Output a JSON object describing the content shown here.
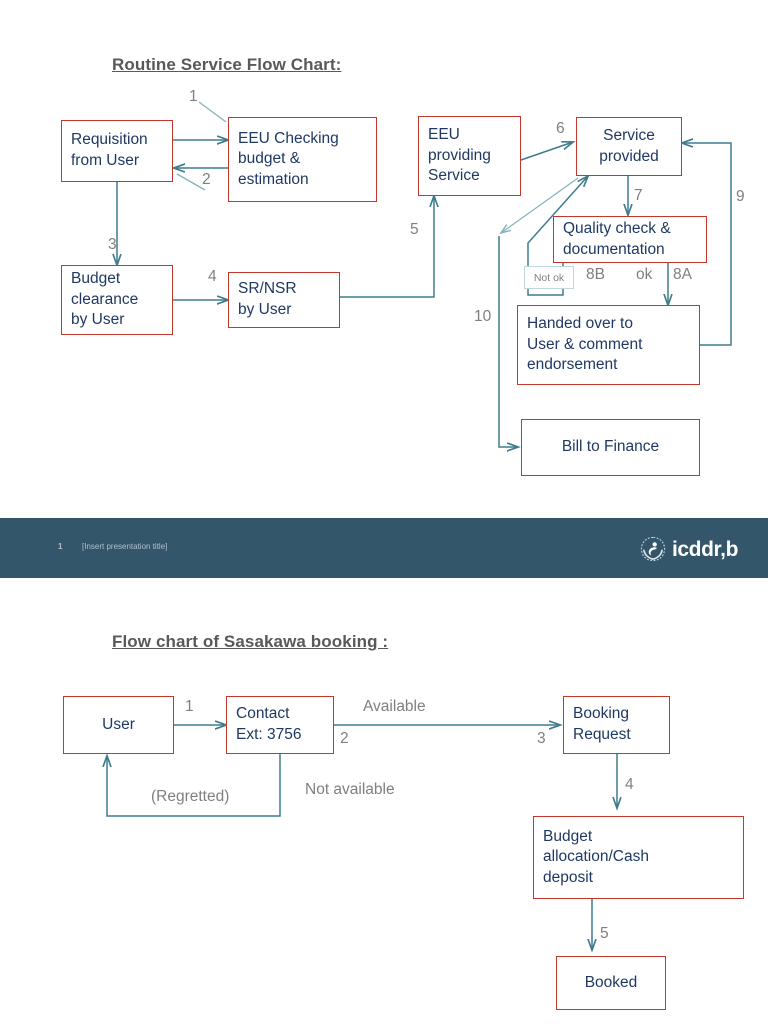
{
  "slide": {
    "background": "#ffffff",
    "accent_border": "#C0392B",
    "text_color": "#1F3864",
    "connector_color": "#3E7C8C",
    "label_color": "#7F7F7F",
    "title_color": "#595959"
  },
  "chart_data": {
    "type": "diagram",
    "charts": [
      {
        "id": "routine-service",
        "title": "Routine Service Flow Chart:",
        "nodes": [
          {
            "id": "requisition",
            "label": "Requisition\nfrom User"
          },
          {
            "id": "eeu-checking",
            "label": "EEU Checking\nbudget &\nestimation"
          },
          {
            "id": "budget-clear",
            "label": "Budget\nclearance\nby User"
          },
          {
            "id": "sr-nsr",
            "label": "SR/NSR\nby User"
          },
          {
            "id": "eeu-providing",
            "label": "EEU\nproviding\nService"
          },
          {
            "id": "service-prov",
            "label": "Service\nprovided"
          },
          {
            "id": "quality-check",
            "label": "Quality check &\ndocumentation"
          },
          {
            "id": "handed-over",
            "label": "Handed over to\nUser & comment\nendorsement"
          },
          {
            "id": "bill-finance",
            "label": "Bill to Finance"
          }
        ],
        "edges": [
          {
            "step": "1",
            "from": "requisition",
            "to": "eeu-checking"
          },
          {
            "step": "2",
            "from": "eeu-checking",
            "to": "requisition"
          },
          {
            "step": "3",
            "from": "requisition",
            "to": "budget-clear"
          },
          {
            "step": "4",
            "from": "budget-clear",
            "to": "sr-nsr"
          },
          {
            "step": "5",
            "from": "sr-nsr",
            "to": "eeu-providing"
          },
          {
            "step": "6",
            "from": "eeu-providing",
            "to": "service-prov"
          },
          {
            "step": "7",
            "from": "service-prov",
            "to": "quality-check"
          },
          {
            "step": "8A",
            "from": "quality-check",
            "to": "handed-over",
            "label": "ok"
          },
          {
            "step": "8B",
            "from": "quality-check",
            "to": "service-prov",
            "label": "Not ok"
          },
          {
            "step": "9",
            "from": "handed-over",
            "to": "service-prov"
          },
          {
            "step": "10",
            "from": "service-prov",
            "to": "bill-finance"
          }
        ],
        "step_labels": [
          "1",
          "2",
          "3",
          "4",
          "5",
          "6",
          "7",
          "8B",
          "8A",
          "9",
          "10"
        ],
        "condition_labels": [
          "Not ok",
          "ok"
        ]
      },
      {
        "id": "sasakawa-booking",
        "title": "Flow chart of Sasakawa booking :",
        "nodes": [
          {
            "id": "user",
            "label": "User"
          },
          {
            "id": "contact",
            "label": "Contact\nExt: 3756"
          },
          {
            "id": "booking-req",
            "label": "Booking\nRequest"
          },
          {
            "id": "budget-alloc",
            "label": "Budget\nallocation/Cash\ndeposit"
          },
          {
            "id": "booked",
            "label": "Booked"
          }
        ],
        "edges": [
          {
            "step": "1",
            "from": "user",
            "to": "contact"
          },
          {
            "step": "2",
            "from": "contact",
            "to": "user",
            "label": "Not available"
          },
          {
            "step": "3",
            "from": "contact",
            "to": "booking-req",
            "label": "Available"
          },
          {
            "step": "4",
            "from": "booking-req",
            "to": "budget-alloc"
          },
          {
            "step": "5",
            "from": "budget-alloc",
            "to": "booked"
          }
        ],
        "step_labels": [
          "1",
          "2",
          "3",
          "4",
          "5"
        ],
        "condition_labels": [
          "Available",
          "Not available",
          "(Regretted)"
        ]
      }
    ]
  },
  "chart1": {
    "title": "Routine Service Flow Chart:",
    "nodes": {
      "requisition": {
        "line1": "Requisition",
        "line2": "from User"
      },
      "eeu_checking": {
        "line1": "EEU Checking",
        "line2": "budget &",
        "line3": "estimation"
      },
      "budget_clear": {
        "line1": "Budget",
        "line2": "clearance",
        "line3": "by User"
      },
      "sr_nsr": {
        "line1": "SR/NSR",
        "line2": "by User"
      },
      "eeu_providing": {
        "line1": "EEU",
        "line2": "providing",
        "line3": "Service"
      },
      "service_prov": {
        "line1": "Service",
        "line2": "provided"
      },
      "quality_check": {
        "line1": "Quality check &",
        "line2": "documentation"
      },
      "handed_over": {
        "line1": "Handed over to",
        "line2": "User & comment",
        "line3": "endorsement"
      },
      "bill_finance": {
        "line1": "Bill to Finance"
      }
    },
    "steps": {
      "s1": "1",
      "s2": "2",
      "s3": "3",
      "s4": "4",
      "s5": "5",
      "s6": "6",
      "s7": "7",
      "s8b": "8B",
      "s8a": "8A",
      "s9": "9",
      "s10": "10"
    },
    "labels": {
      "not_ok": "Not ok",
      "ok": "ok"
    }
  },
  "chart2": {
    "title": "Flow chart of Sasakawa booking :",
    "nodes": {
      "user": {
        "line1": "User"
      },
      "contact": {
        "line1": "Contact",
        "line2": "Ext: 3756"
      },
      "booking_req": {
        "line1": "Booking",
        "line2": "Request"
      },
      "budget_alloc": {
        "line1": "Budget",
        "line2": "allocation/Cash",
        "line3": "deposit"
      },
      "booked": {
        "line1": "Booked"
      }
    },
    "steps": {
      "s1": "1",
      "s2": "2",
      "s3": "3",
      "s4": "4",
      "s5": "5"
    },
    "labels": {
      "available": "Available",
      "not_available": "Not available",
      "regretted": "(Regretted)"
    }
  },
  "footer": {
    "slide_number": "1",
    "presentation_title": "[Insert presentation title]",
    "brand_text": "icddr,b",
    "band_color": "#33566B"
  }
}
